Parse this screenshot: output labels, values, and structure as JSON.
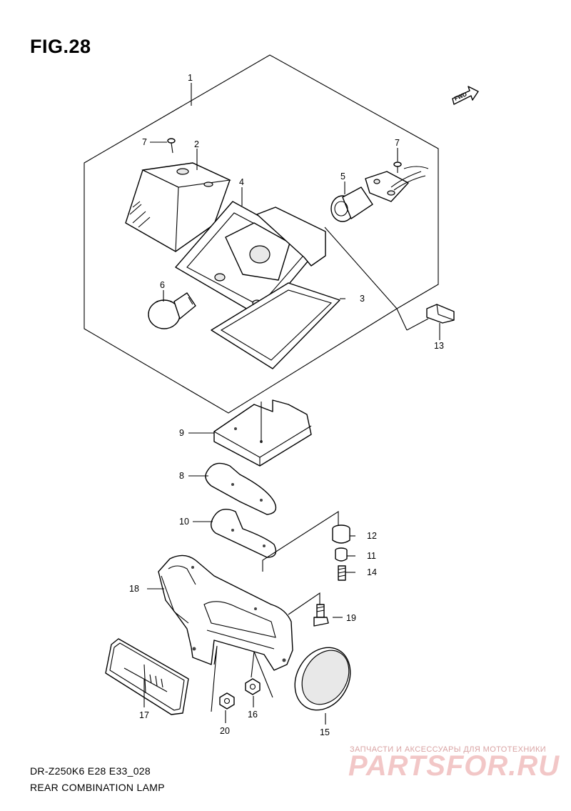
{
  "figure": {
    "title": "FIG.28"
  },
  "direction_marker": {
    "text": "FWD"
  },
  "callouts": [
    "1",
    "2",
    "3",
    "4",
    "5",
    "6",
    "7",
    "7",
    "8",
    "9",
    "10",
    "11",
    "12",
    "13",
    "14",
    "15",
    "16",
    "17",
    "18",
    "19",
    "20"
  ],
  "footer": {
    "model": "DR-Z250K6 E28 E33_028",
    "name": "REAR COMBINATION LAMP"
  },
  "watermark": {
    "subtitle": "ЗАПЧАСТИ И АКСЕССУАРЫ ДЛЯ МОТОТЕХНИКИ",
    "logo": "PARTSFOR.RU"
  }
}
